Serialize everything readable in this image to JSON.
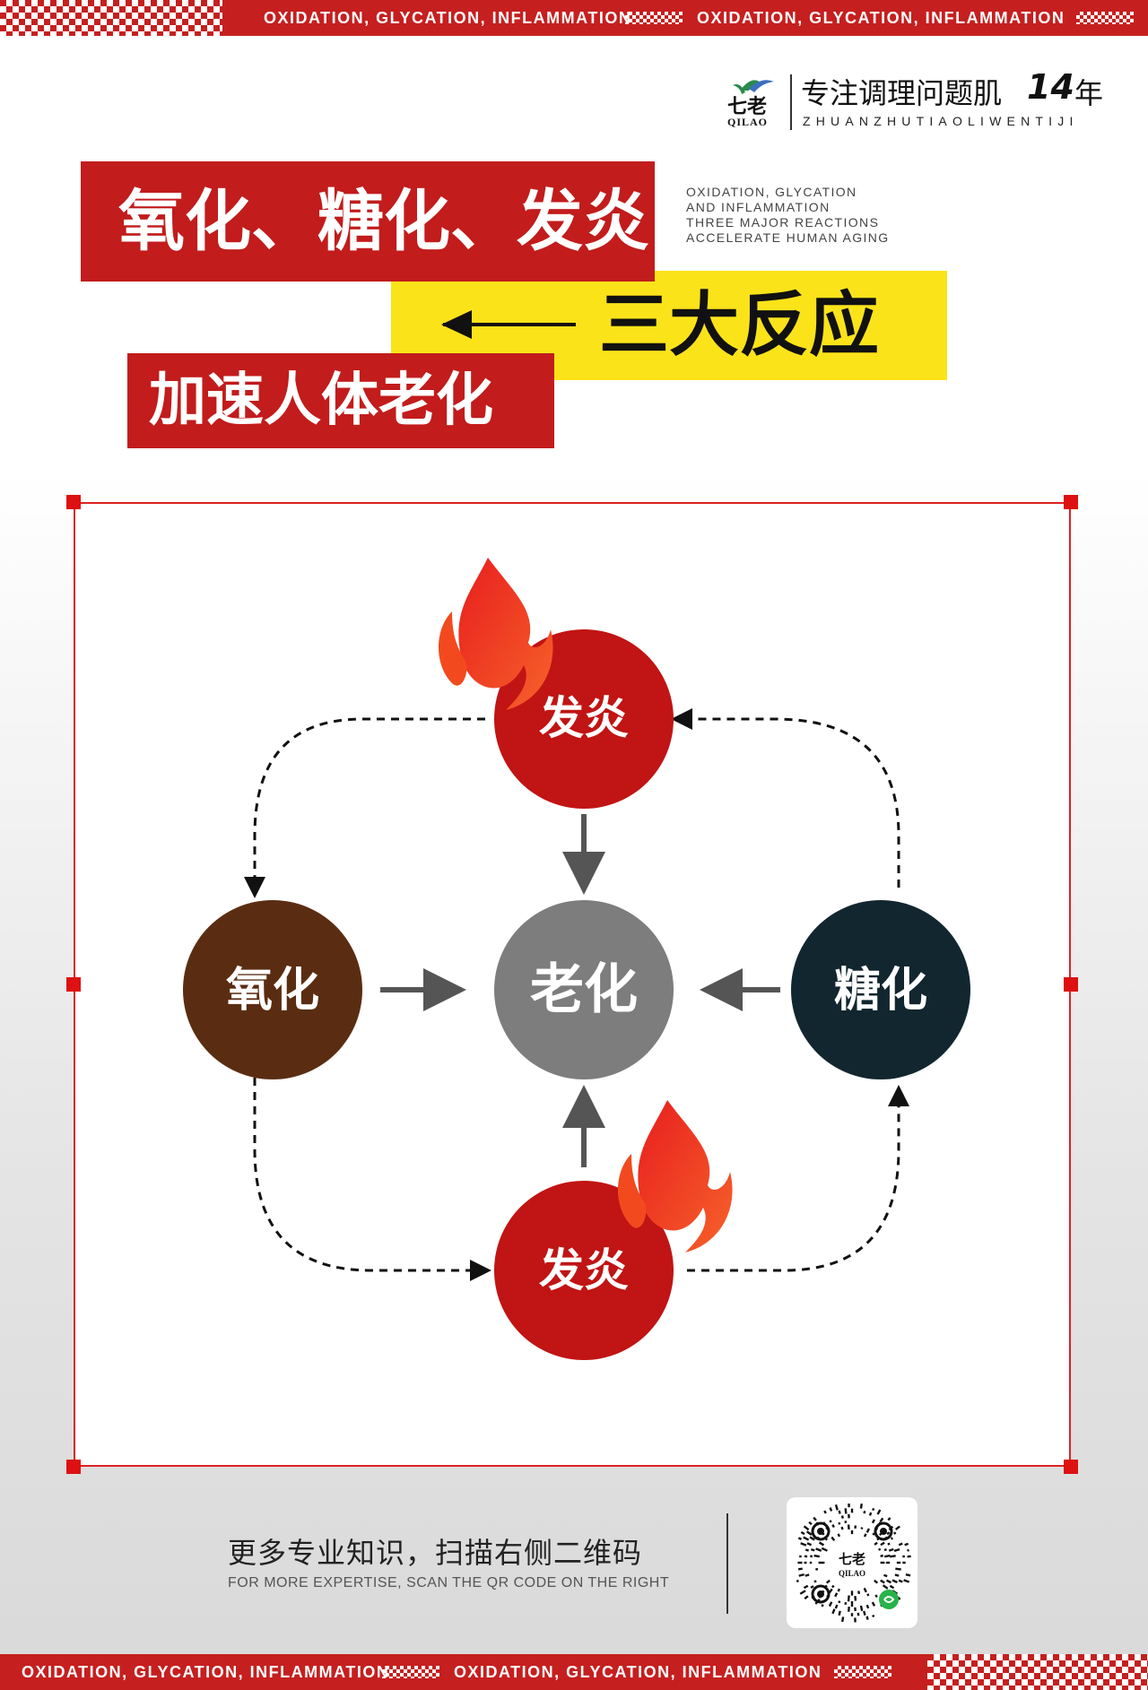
{
  "banner": {
    "repeat_text": "OXIDATION, GLYCATION, INFLAMMATION"
  },
  "brand": {
    "logo_cn": "七老",
    "logo_en": "QILAO",
    "slogan": "专注调理问题肌",
    "years": "14",
    "years_suffix": "年",
    "pinyin": "ZHUANZHUTIAOLIWENTIJI"
  },
  "headline": {
    "line1": "氧化、糖化、发炎",
    "line2": "三大反应",
    "line3": "加速人体老化",
    "english_note": [
      "OXIDATION, GLYCATION",
      "AND INFLAMMATION",
      "THREE MAJOR REACTIONS",
      "ACCELERATE HUMAN AGING"
    ]
  },
  "diagram": {
    "center": {
      "label": "老化",
      "color": "#7d7d7d"
    },
    "top": {
      "label": "发炎",
      "color": "#c11414"
    },
    "bottom": {
      "label": "发炎",
      "color": "#c11414"
    },
    "left": {
      "label": "氧化",
      "color": "#5a2d12"
    },
    "right": {
      "label": "糖化",
      "color": "#12262f"
    },
    "arrow_color": "#555555",
    "flame_colors": [
      "#e81e1e",
      "#f6622a"
    ]
  },
  "footer": {
    "cn": "更多专业知识，扫描右侧二维码",
    "en": "FOR MORE EXPERTISE, SCAN THE QR CODE ON THE RIGHT",
    "qr_logo_cn": "七老",
    "qr_logo_en": "QILAO"
  },
  "colors": {
    "brand_red": "#c21c1c",
    "accent_yellow": "#fbe31a"
  }
}
